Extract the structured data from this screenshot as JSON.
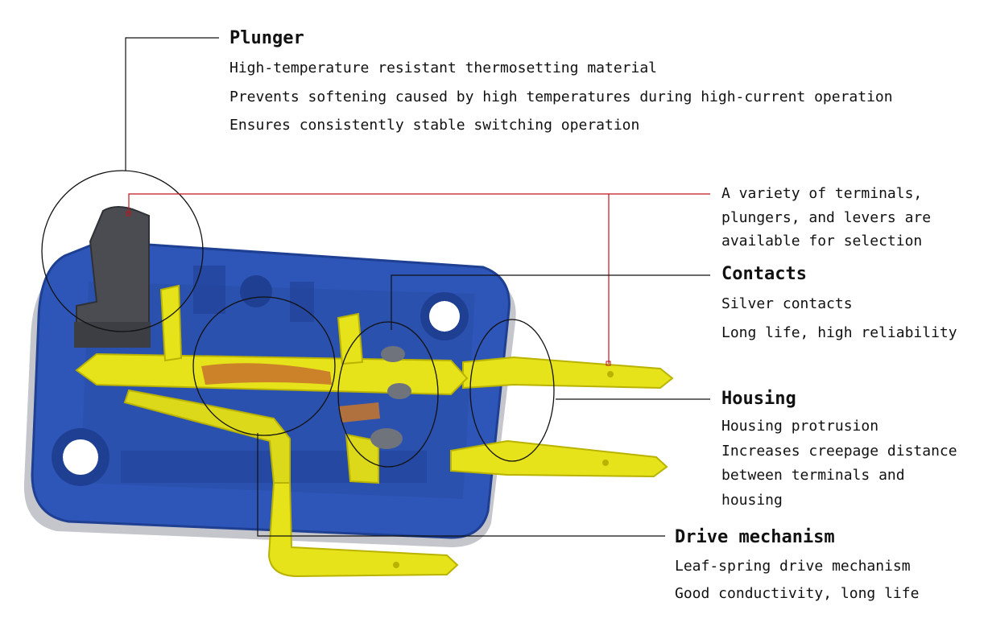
{
  "colors": {
    "housing_blue": "#2d56b8",
    "housing_dark": "#1f3f93",
    "housing_shadow": "#b9bcc4",
    "terminal_yellow": "#e6e31a",
    "terminal_dark": "#b9b300",
    "plunger_gray": "#4a4c52",
    "contact_gray": "#6e737c",
    "leaf_orange": "#c9772a",
    "leader_black": "#111111",
    "leader_red": "#c0141a"
  },
  "callouts": {
    "plunger": {
      "title": "Plunger",
      "lines": [
        "High-temperature resistant thermosetting material",
        "Prevents softening caused by high temperatures during high-current operation",
        "Ensures consistently stable switching operation"
      ]
    },
    "variety": {
      "lines": [
        "A variety of terminals,",
        "plungers, and levers are",
        "available for selection"
      ]
    },
    "contacts": {
      "title": "Contacts",
      "lines": [
        "Silver contacts",
        "Long life, high reliability"
      ]
    },
    "housing": {
      "title": "Housing",
      "lines": [
        "Housing protrusion",
        "Increases creepage distance",
        "between terminals and",
        "housing"
      ]
    },
    "drive": {
      "title": "Drive mechanism",
      "lines": [
        "Leaf-spring drive mechanism",
        "Good conductivity, long life"
      ]
    }
  }
}
